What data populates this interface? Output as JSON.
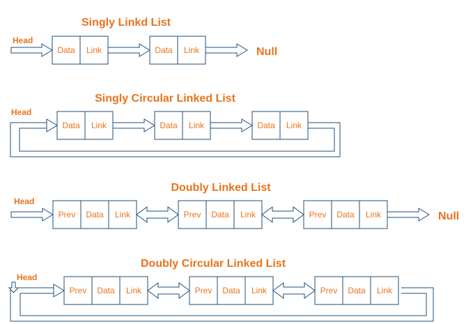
{
  "diagrams": {
    "singly": {
      "title": "Singly Linkd List",
      "head": "Head",
      "null_label": "Null",
      "node_fields": [
        "Data",
        "Link"
      ]
    },
    "singly_circular": {
      "title": "Singly Circular Linked List",
      "head": "Head",
      "node_fields": [
        "Data",
        "Link"
      ]
    },
    "doubly": {
      "title": "Doubly Linked List",
      "head": "Head",
      "null_label": "Null",
      "node_fields": [
        "Prev",
        "Data",
        "Link"
      ]
    },
    "doubly_circular": {
      "title": "Doubly Circular Linked List",
      "head": "Head",
      "node_fields": [
        "Prev",
        "Data",
        "Link"
      ]
    }
  },
  "colors": {
    "text": "#e8731c",
    "stroke": "#1f4e79",
    "background": "#ffffff"
  }
}
